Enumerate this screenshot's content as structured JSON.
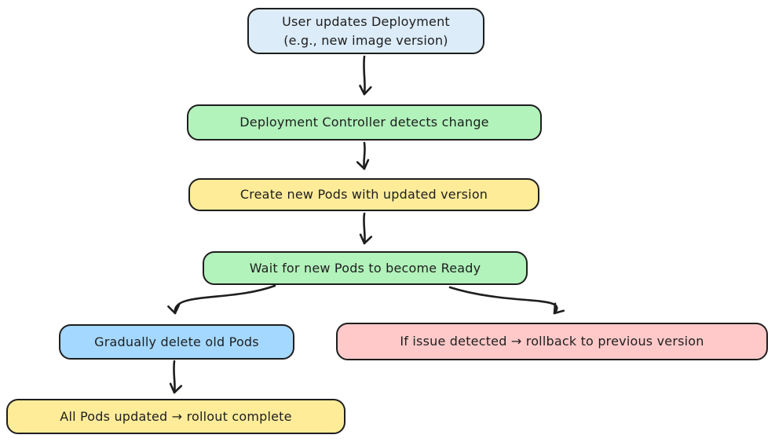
{
  "diagram": {
    "type": "flowchart",
    "style": "hand-drawn",
    "colors": {
      "canvas_background": "#ffffff",
      "stroke": "#1e1e1e",
      "light_blue": "#dcecf8",
      "green": "#b2f2bb",
      "yellow": "#ffec99",
      "blue": "#a5d8ff",
      "pink": "#ffc9c9"
    },
    "nodes": [
      {
        "id": "user-updates-deployment",
        "label": "User updates Deployment\n(e.g., new image version)",
        "fill": "#dcecf8"
      },
      {
        "id": "controller-detects-change",
        "label": "Deployment Controller detects change",
        "fill": "#b2f2bb"
      },
      {
        "id": "create-new-pods",
        "label": "Create new Pods with updated version",
        "fill": "#ffec99"
      },
      {
        "id": "wait-pods-ready",
        "label": "Wait for new Pods to become Ready",
        "fill": "#b2f2bb"
      },
      {
        "id": "delete-old-pods",
        "label": "Gradually delete old Pods",
        "fill": "#a5d8ff"
      },
      {
        "id": "rollback-on-issue",
        "label": "If issue detected → rollback to previous version",
        "fill": "#ffc9c9"
      },
      {
        "id": "rollout-complete",
        "label": "All Pods updated → rollout complete",
        "fill": "#ffec99"
      }
    ],
    "edges": [
      {
        "from": "user-updates-deployment",
        "to": "controller-detects-change"
      },
      {
        "from": "controller-detects-change",
        "to": "create-new-pods"
      },
      {
        "from": "create-new-pods",
        "to": "wait-pods-ready"
      },
      {
        "from": "wait-pods-ready",
        "to": "delete-old-pods"
      },
      {
        "from": "wait-pods-ready",
        "to": "rollback-on-issue"
      },
      {
        "from": "delete-old-pods",
        "to": "rollout-complete"
      }
    ]
  }
}
